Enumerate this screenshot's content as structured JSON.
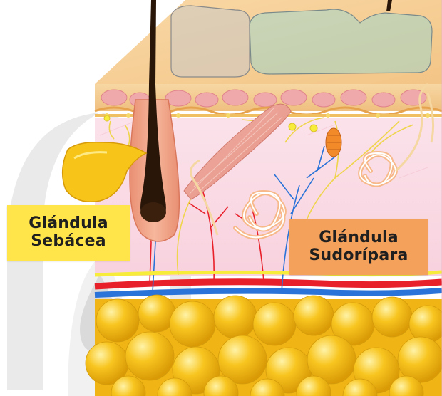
{
  "labels": {
    "sebacea": {
      "line1": "Glándula",
      "line2": "Sebácea"
    },
    "sudoripara": {
      "line1": "Glándula",
      "line2": "Sudorípara"
    }
  },
  "colors": {
    "sebacea_box": "#ffe44a",
    "sudoripara_box": "#f4a15c",
    "epidermis": "#f3c98c",
    "dermis": "#fbdde6",
    "fat": "#f6bd16",
    "artery": "#e8202a",
    "vein": "#2a73d8",
    "nerve": "#f7ec3a",
    "hair": "#2a1608"
  },
  "structures": [
    "watermark-drop-icon",
    "skin-surface",
    "epidermis-layer",
    "dermis-layer",
    "hypodermis-fat-layer",
    "hair-shaft",
    "hair-follicle",
    "sebaceous-gland",
    "arrector-pili-muscle",
    "sweat-gland-coil",
    "blood-vessels",
    "nerve-fibers"
  ]
}
